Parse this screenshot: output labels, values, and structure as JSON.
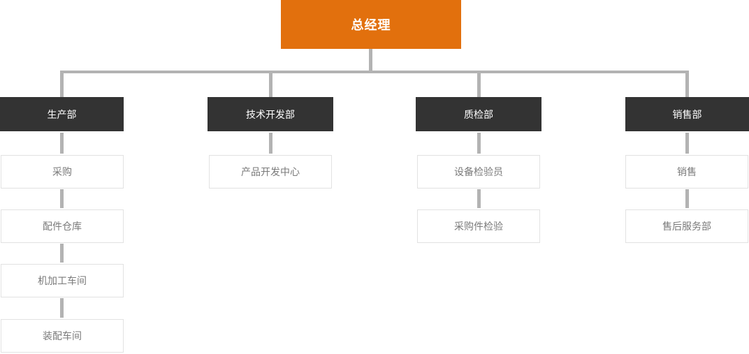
{
  "org_chart": {
    "root": {
      "label": "总经理"
    },
    "departments": [
      {
        "label": "生产部",
        "children": [
          "采购",
          "配件仓库",
          "机加工车间",
          "装配车间"
        ]
      },
      {
        "label": "技术开发部",
        "children": [
          "产品开发中心"
        ]
      },
      {
        "label": "质检部",
        "children": [
          "设备检验员",
          "采购件检验"
        ]
      },
      {
        "label": "销售部",
        "children": [
          "销售",
          "售后服务部"
        ]
      }
    ]
  },
  "colors": {
    "root_background": "#e2700d",
    "root_text": "#ffffff",
    "department_background": "#333333",
    "department_text": "#ffffff",
    "child_border": "#e2e2e2",
    "child_text": "#7a7a7a",
    "connector": "#b3b3b3"
  }
}
